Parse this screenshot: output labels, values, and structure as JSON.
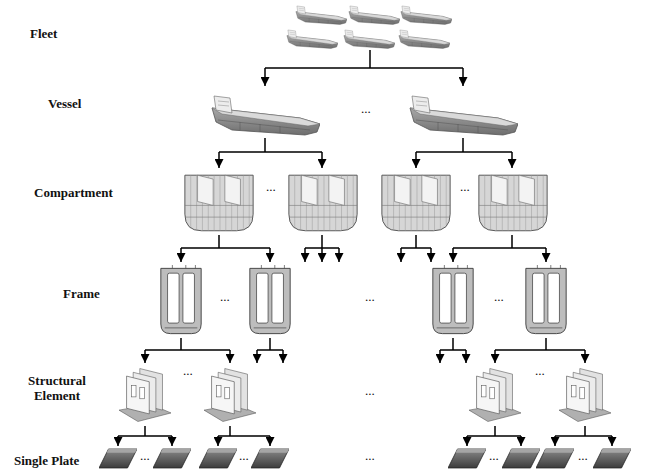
{
  "diagram": {
    "labels": [
      "Fleet",
      "Vessel",
      "...",
      "Compartment",
      "...",
      "...",
      "Frame",
      "...",
      "...",
      "...",
      "Structural Element",
      "...",
      "...",
      "...",
      "Single Plate",
      "...",
      "...",
      "...",
      "...",
      "..."
    ]
  }
}
